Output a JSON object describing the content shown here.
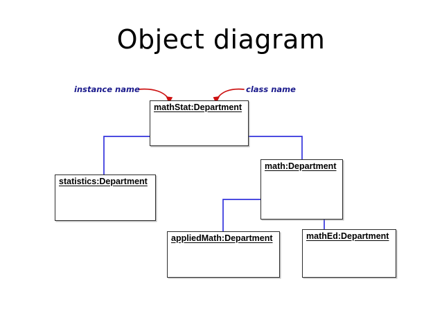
{
  "slide": {
    "title": "Object diagram",
    "background_color": "#ffffff"
  },
  "annotations": [
    {
      "id": "instance-name",
      "text": "instance name",
      "color": "#1a1a8c",
      "points_to": "mathStat:Department",
      "arrow_color": "#cc1111"
    },
    {
      "id": "class-name",
      "text": "class name",
      "color": "#1a1a8c",
      "points_to": "mathStat:Department",
      "arrow_color": "#cc1111"
    }
  ],
  "diagram": {
    "type": "uml-object-diagram",
    "connector_color": "#3333dd",
    "box_border_color": "#2b2b2b",
    "objects": [
      {
        "id": "mathstat",
        "label": "mathStat:Department",
        "instance_name": "mathStat",
        "class_name": "Department"
      },
      {
        "id": "statistics",
        "label": "statistics:Department",
        "instance_name": "statistics",
        "class_name": "Department"
      },
      {
        "id": "math",
        "label": "math:Department",
        "instance_name": "math",
        "class_name": "Department"
      },
      {
        "id": "appliedmath",
        "label": "appliedMath:Department",
        "instance_name": "appliedMath",
        "class_name": "Department"
      },
      {
        "id": "mathed",
        "label": "mathEd:Department",
        "instance_name": "mathEd",
        "class_name": "Department"
      }
    ],
    "links": [
      {
        "from": "mathstat",
        "to": "statistics"
      },
      {
        "from": "mathstat",
        "to": "math"
      },
      {
        "from": "math",
        "to": "appliedmath"
      },
      {
        "from": "math",
        "to": "mathed"
      }
    ]
  }
}
